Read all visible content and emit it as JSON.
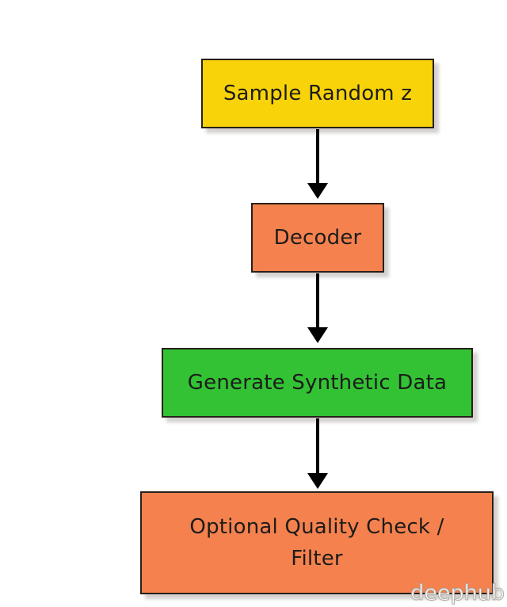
{
  "diagram": {
    "type": "flowchart",
    "nodes": [
      {
        "id": "sample-random-z",
        "label": "Sample Random z",
        "fill": "#F8D30A",
        "border": "#27201a"
      },
      {
        "id": "decoder",
        "label": "Decoder",
        "fill": "#F5824E",
        "border": "#27201a"
      },
      {
        "id": "generate-synthetic-data",
        "label": "Generate Synthetic Data",
        "fill": "#32C234",
        "border": "#27201a"
      },
      {
        "id": "optional-quality-check-filter",
        "label": "Optional Quality Check / Filter",
        "label_lines": [
          "Optional Quality Check /",
          "Filter"
        ],
        "fill": "#F5824E",
        "border": "#27201a"
      }
    ],
    "edges": [
      {
        "from": "sample-random-z",
        "to": "decoder",
        "style": "straight-arrow-down"
      },
      {
        "from": "decoder",
        "to": "generate-synthetic-data",
        "style": "straight-arrow-down"
      },
      {
        "from": "generate-synthetic-data",
        "to": "optional-quality-check-filter",
        "style": "straight-arrow-down"
      }
    ],
    "colors": {
      "background": "#ffffff",
      "arrow": "#000000",
      "text": "#1d1c1a",
      "shadow": "#d9d5d0"
    },
    "watermark": "deephub"
  }
}
